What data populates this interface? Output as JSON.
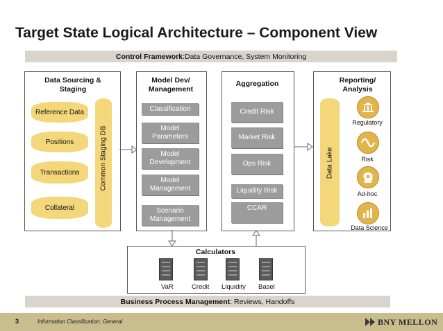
{
  "title": "Target State Logical Architecture – Component View",
  "control_framework": {
    "bold": "Control Framework",
    "text": ":Data Governance, System Monitoring"
  },
  "bpm": {
    "bold": "Business Process Management",
    "text": ": Reviews, Handoffs"
  },
  "data_sourcing": {
    "heading": "Data Sourcing &\nStaging",
    "sources": [
      "Reference Data",
      "Positions",
      "Transactions",
      "Collateral"
    ],
    "staging_db": "Common Staging DB"
  },
  "model_dev": {
    "heading": "Model Dev/\nManagement",
    "items": [
      "Classification",
      "Model\nParameters",
      "Model\nDevelopment",
      "Model\nManagement",
      "Scenario\nManagement"
    ]
  },
  "aggregation": {
    "heading": "Aggregation",
    "items": [
      "Credit Risk",
      "Market Risk",
      "Ops Risk",
      "Liquidity Risk",
      "CCAR"
    ]
  },
  "reporting": {
    "heading": "Reporting/\nAnalysis",
    "data_lake": "Data Lake",
    "outputs": [
      {
        "label": "Regulatory",
        "icon": "bank-icon"
      },
      {
        "label": "Risk",
        "icon": "wave-icon"
      },
      {
        "label": "Ad-hoc",
        "icon": "head-gear-icon"
      },
      {
        "label": "Data Science",
        "icon": "bar-chart-icon"
      }
    ]
  },
  "calculators": {
    "heading": "Calculators",
    "items": [
      "VaR",
      "Credit",
      "Liquidity",
      "Basel"
    ]
  },
  "footer": {
    "page": "3",
    "classification": "Information Classification: General",
    "logo": "BNY MELLON"
  },
  "colors": {
    "band": "#d9d5cc",
    "cylinder": "#f3d77a",
    "box": "#9c9c9c",
    "footer": "#c9bc8d",
    "icon": "#e3b44a"
  }
}
